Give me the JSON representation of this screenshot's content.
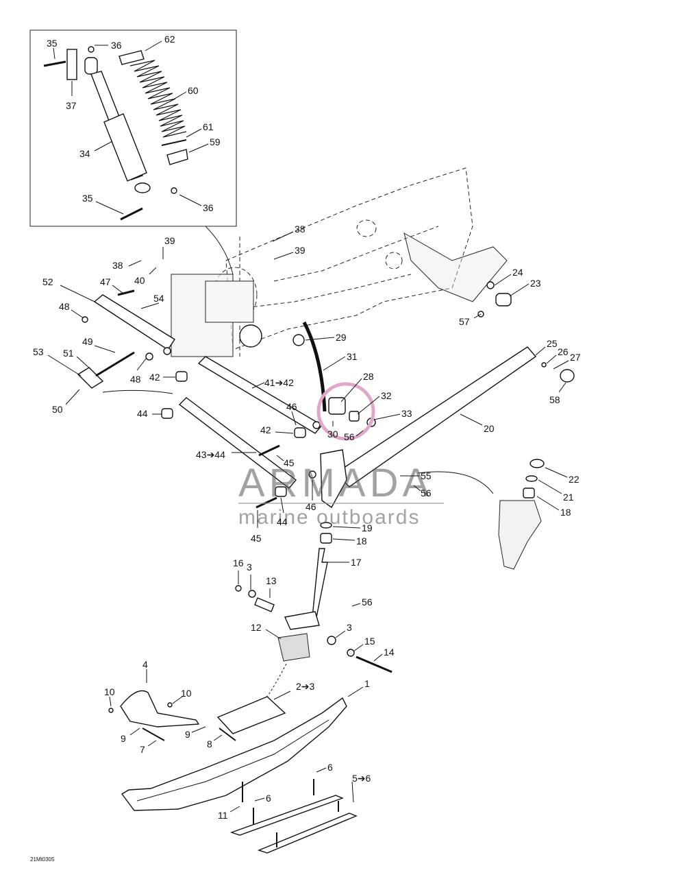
{
  "diagram": {
    "drawing_code": "21Mt0305",
    "watermark": {
      "brand": "ARMADA",
      "tagline": "marine outboards",
      "accent_color": "#e0a8c8"
    },
    "inset_labels": [
      "35",
      "36",
      "62",
      "60",
      "37",
      "34",
      "61",
      "59",
      "35",
      "36"
    ],
    "callouts": [
      "38",
      "39",
      "39",
      "38",
      "52",
      "47",
      "40",
      "54",
      "48",
      "49",
      "51",
      "53",
      "48",
      "50",
      "42",
      "41➔42",
      "31",
      "28",
      "32",
      "33",
      "29",
      "24",
      "23",
      "57",
      "25",
      "26",
      "27",
      "58",
      "20",
      "44",
      "46",
      "42",
      "30",
      "56",
      "43➔44",
      "45",
      "55",
      "56",
      "22",
      "21",
      "18",
      "45",
      "44",
      "46",
      "19",
      "18",
      "17",
      "16",
      "3",
      "13",
      "56",
      "12",
      "3",
      "15",
      "14",
      "4",
      "10",
      "10",
      "2➔3",
      "1",
      "9",
      "9",
      "7",
      "8",
      "6",
      "5➔6",
      "6",
      "11"
    ]
  }
}
